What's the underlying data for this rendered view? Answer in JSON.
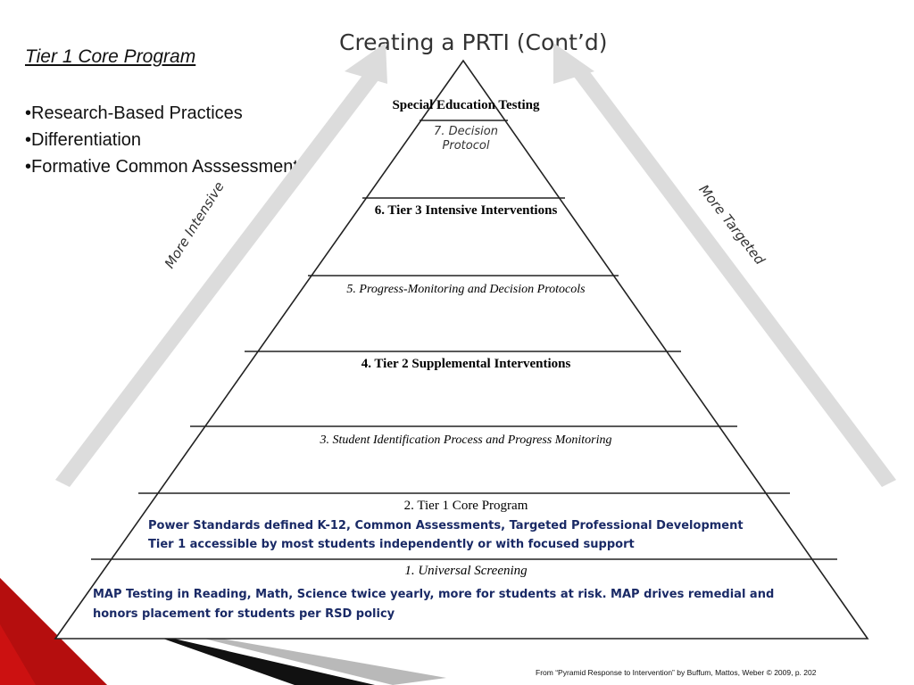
{
  "slide": {
    "title": "Creating a PRTI (Cont’d)",
    "left_heading": "Tier 1 Core Program",
    "bullets": [
      "•Research-Based Practices",
      "•Differentiation",
      "•Formative Common Asssessments"
    ],
    "citation": "From  “Pyramid Response to Intervention” by Buffum, Mattos, Weber © 2009, p. 202"
  },
  "pyramid": {
    "top_label": "Special Education Testing",
    "apex_label_line1": "7. Decision",
    "apex_label_line2": "Protocol",
    "levels": [
      {
        "label": "6. Tier 3 Intensive Interventions"
      },
      {
        "label": "5. Progress-Monitoring and Decision Protocols"
      },
      {
        "label": "4. Tier 2 Supplemental Interventions"
      },
      {
        "label": "3. Student Identification Process and Progress Monitoring"
      },
      {
        "label": "2. Tier 1 Core Program",
        "note_line1": "Power Standards defined K-12, Common Assessments, Targeted Professional Development",
        "note_line2": "Tier 1 accessible by most students independently or with focused support"
      },
      {
        "label": "1. Universal Screening",
        "note_line1": "MAP Testing in Reading, Math, Science twice yearly, more for students at risk. MAP drives remedial and",
        "note_line2": "honors placement for students per RSD policy"
      }
    ],
    "left_arrow_label": "More Intensive",
    "right_arrow_label": "More Targeted"
  },
  "colors": {
    "note_text": "#1a2a66",
    "arrow": "#dcdcdc",
    "accent": "#cc1111"
  }
}
